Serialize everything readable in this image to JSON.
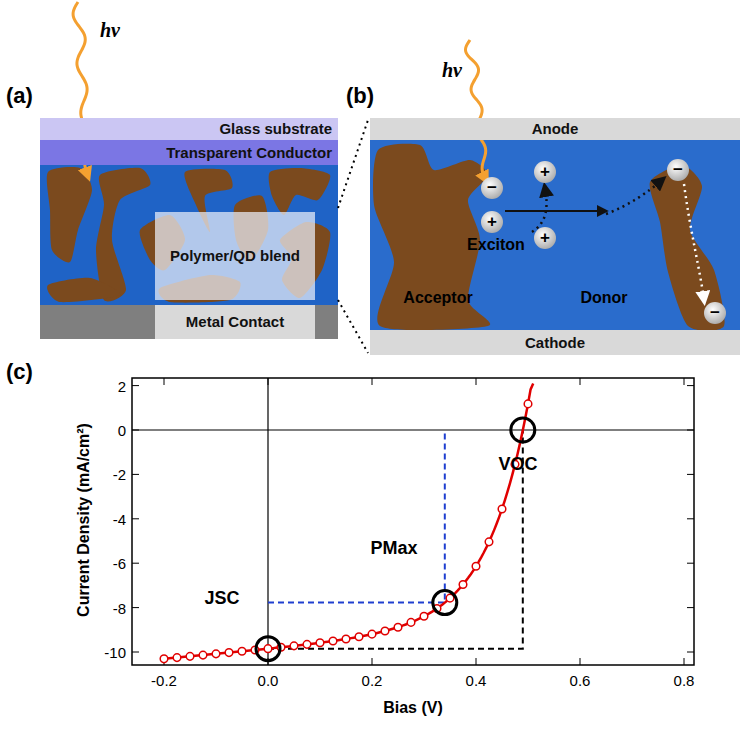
{
  "diagram": {
    "nodes": [
      {
        "text": [
          "Glass substrate"
        ]
      },
      {
        "text": [
          "Transparent Conductor"
        ]
      },
      {
        "text": [
          "Polymer/QD blend"
        ]
      },
      {
        "text": [
          "Metal Contact"
        ]
      },
      {
        "text": [
          "Anode"
        ]
      },
      {
        "text": [
          "Cathode"
        ]
      }
    ],
    "labels": [
      "(a)",
      "hv",
      "(b)",
      "hv",
      "−",
      "+",
      "Exciton",
      "+",
      "+",
      "−",
      "−",
      "Acceptor",
      "Donor",
      "(c)",
      "2",
      "0",
      "-2",
      "-4",
      "-6",
      "-8",
      "-10",
      "-0.2",
      "0.0",
      "0.2",
      "0.4",
      "0.6",
      "0.8",
      "Current Density (mA/cm²)",
      "Bias (V)",
      "JSC",
      "PMax",
      "VOC"
    ]
  }
}
